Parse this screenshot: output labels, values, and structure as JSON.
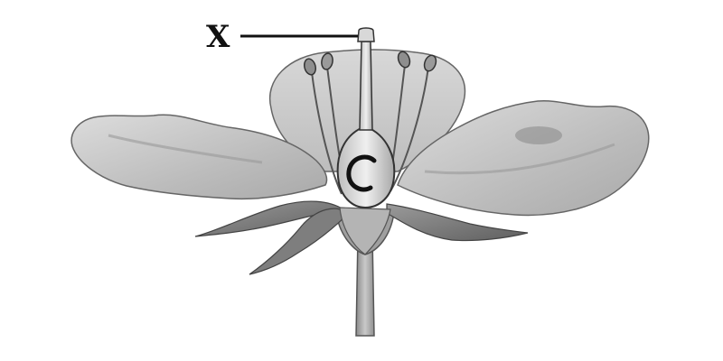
{
  "diagram": {
    "labels": [
      {
        "id": "x",
        "text": "X",
        "points_to": "stigma"
      }
    ],
    "parts": [
      "stem",
      "receptacle",
      "sepals",
      "petals",
      "stamens",
      "anthers",
      "filaments",
      "pistil",
      "stigma",
      "style",
      "ovary",
      "ovule"
    ]
  }
}
